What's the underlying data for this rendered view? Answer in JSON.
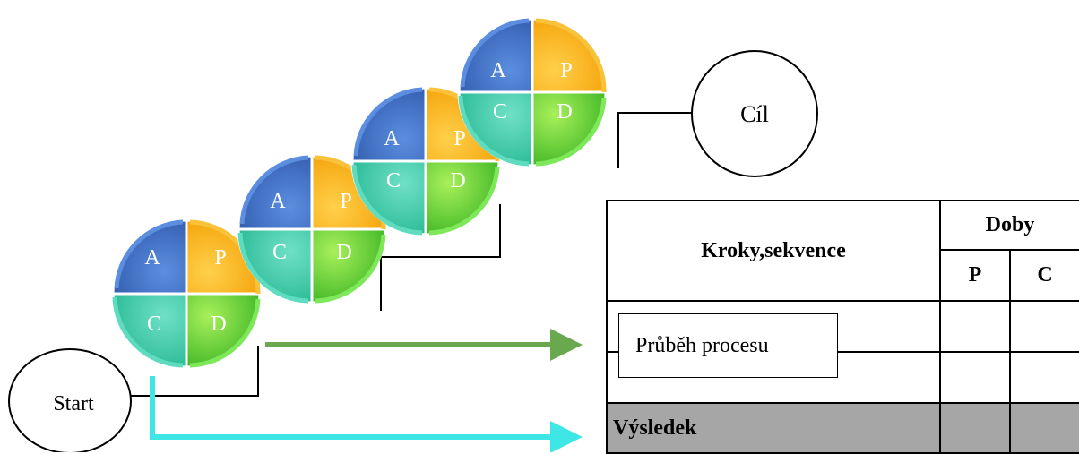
{
  "nodes": {
    "start": "Start",
    "goal": "Cíl"
  },
  "quadrants": {
    "a": "A",
    "p": "P",
    "c": "C",
    "d": "D"
  },
  "colors": {
    "a": "#3f6dbf",
    "p": "#f6ab0a",
    "c": "#29c8a8",
    "d": "#48cc2a",
    "green_arrow": "#6aa84f",
    "cyan_arrow": "#3ee6e6",
    "result_fill": "#a6a6a6"
  },
  "table": {
    "header": "Kroky,sekvence",
    "times_header": "Doby",
    "col_p": "P",
    "col_c": "C",
    "process_label": "Průběh procesu",
    "result_label": "Výsledek"
  }
}
